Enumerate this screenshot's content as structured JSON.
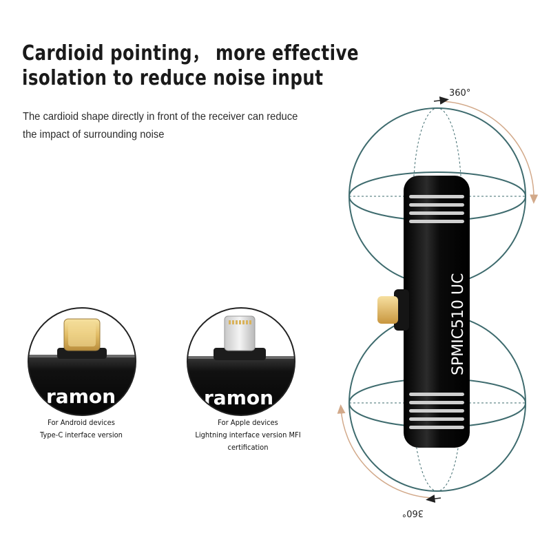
{
  "headline": {
    "line1": "Cardioid pointing，  more effective",
    "line2": "isolation to reduce noise input"
  },
  "subtext": {
    "line1": "The cardioid shape directly in front of the receiver can reduce",
    "line2": "the impact of surrounding noise"
  },
  "android": {
    "brand_text": "ramon",
    "caption_line1": "For Android devices",
    "caption_line2": "Type-C interface version"
  },
  "apple": {
    "brand_text": "ramon",
    "caption_line1": "For Apple devices",
    "caption_line2": "Lightning interface version MFI certification"
  },
  "microphone": {
    "model": "SPMIC510 UC",
    "rotation_top": "360°",
    "rotation_bottom": "360°"
  },
  "colors": {
    "pickup_pattern": "#3e6b6e",
    "rotation_arrow": "#d2a98a",
    "mic_body": "#111111",
    "connector_gold": "#e8c46a"
  }
}
